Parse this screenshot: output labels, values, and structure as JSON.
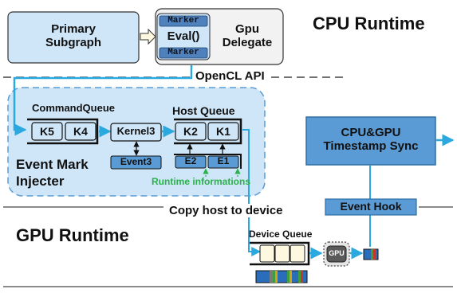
{
  "sections": {
    "cpu_runtime": "CPU Runtime",
    "gpu_runtime": "GPU Runtime"
  },
  "top": {
    "primary_subgraph": "Primary\nSubgraph",
    "gpu_delegate": "Gpu\nDelegate",
    "marker_top": "Marker",
    "eval": "Eval()",
    "marker_bottom": "Marker",
    "opencl_api": "OpenCL API"
  },
  "event_mark": {
    "command_queue_title": "CommandQueue",
    "k5": "K5",
    "k4": "K4",
    "kernel3": "Kernel3",
    "event3": "Event3",
    "host_queue_title": "Host Queue",
    "k2": "K2",
    "k1": "K1",
    "e2": "E2",
    "e1": "E1",
    "runtime_info": "Runtime informations",
    "injecter_label": "Event Mark\nInjecter"
  },
  "sync": {
    "timestamp_sync": "CPU&GPU\nTimestamp Sync",
    "event_hook": "Event Hook"
  },
  "gpu": {
    "copy_host": "Copy host to device",
    "device_queue": "Device Queue",
    "gpu_chip": "GPU"
  },
  "colors": {
    "light_blue": "#cfe6f8",
    "mid_blue": "#5b9bd5",
    "dark_blue": "#2e6da4",
    "arrow_cyan": "#2aa9e0",
    "green_text": "#2bb14a",
    "marker_fill": "#4f81bd"
  }
}
